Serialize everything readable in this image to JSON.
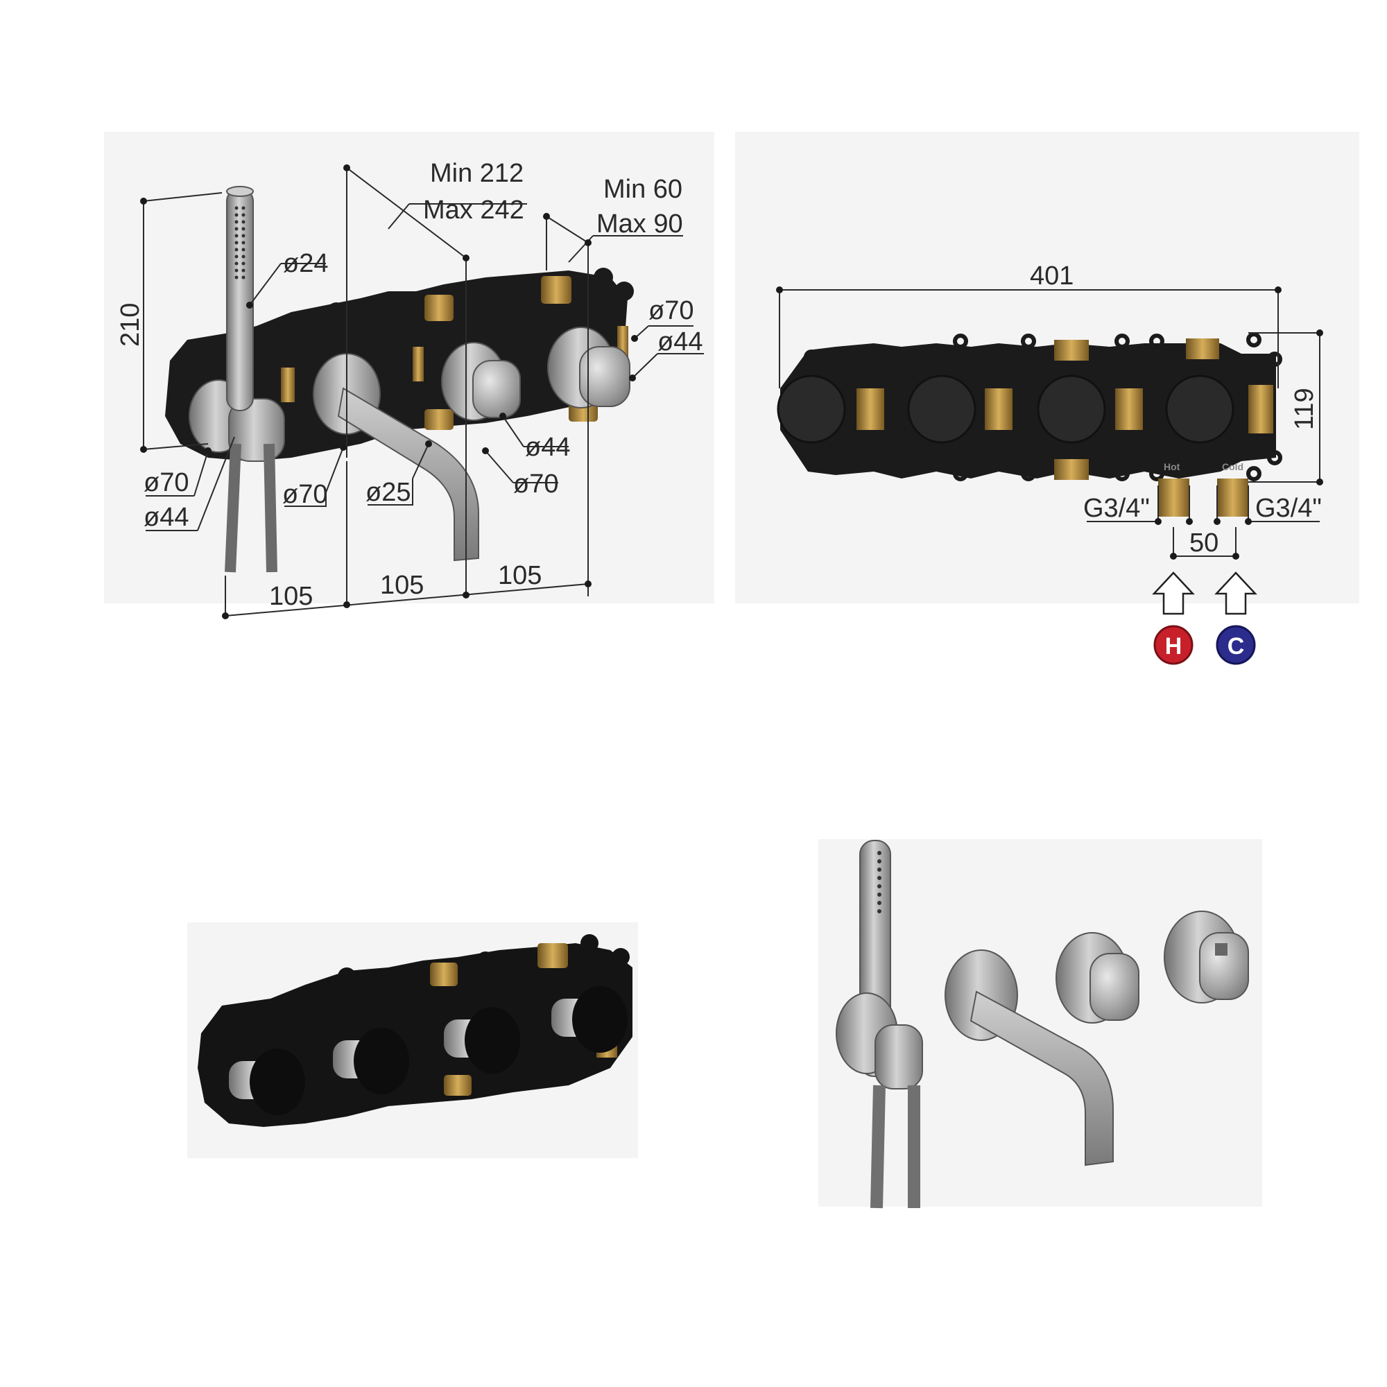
{
  "isometric_view": {
    "shower_height": "210",
    "handshower_diameter": "ø24",
    "spout_projection_min": "Min 212",
    "spout_projection_max": "Max 242",
    "handle_projection_min": "Min 60",
    "handle_projection_max": "Max 90",
    "thermostat_rosette": "ø70",
    "thermostat_knob": "ø44",
    "stopvalve_knob": "ø44",
    "stopvalve_rosette": "ø70",
    "spout_diameter": "ø25",
    "spout_rosette": "ø70",
    "holder_rosette": "ø70",
    "holder_knob": "ø44",
    "spacing_1": "105",
    "spacing_2": "105",
    "spacing_3": "105"
  },
  "front_view": {
    "total_width": "401",
    "height": "119",
    "hot_connection": "G3/4\"",
    "cold_connection": "G3/4\"",
    "inlet_spacing": "50",
    "hot_label": "Hot",
    "cold_label": "Cold",
    "hot_symbol": "H",
    "cold_symbol": "C"
  },
  "colors": {
    "hot": "#c8202a",
    "cold": "#2c2c8c",
    "brass": "#b08a3c",
    "steel": "#9a9a9a",
    "body": "#1a1a1a"
  }
}
